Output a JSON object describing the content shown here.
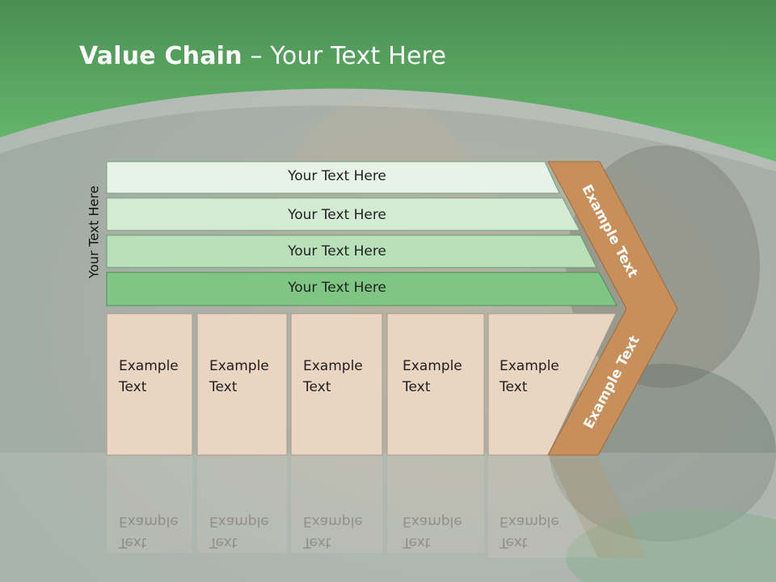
{
  "title": {
    "bold": "Value Chain",
    "rest": " – Your Text Here"
  },
  "side_label": "Your Text Here",
  "rows": [
    {
      "label": "Your Text Here"
    },
    {
      "label": "Your Text Here"
    },
    {
      "label": "Your Text Here"
    },
    {
      "label": "Your Text Here"
    }
  ],
  "columns": [
    {
      "line1": "Example",
      "line2": "Text"
    },
    {
      "line1": "Example",
      "line2": "Text"
    },
    {
      "line1": "Example",
      "line2": "Text"
    },
    {
      "line1": "Example",
      "line2": "Text"
    },
    {
      "line1": "Example",
      "line2": "Text"
    }
  ],
  "chevron": {
    "upper": "Example Text",
    "lower": "Example Text"
  },
  "colors": {
    "header_green": "#5fb26a",
    "row1": "#e8f3e8",
    "row2": "#d3ebd3",
    "row3": "#b8e0b9",
    "row4": "#7fc583",
    "column_fill": "#ead5c2",
    "chevron": "#c98f5a"
  }
}
